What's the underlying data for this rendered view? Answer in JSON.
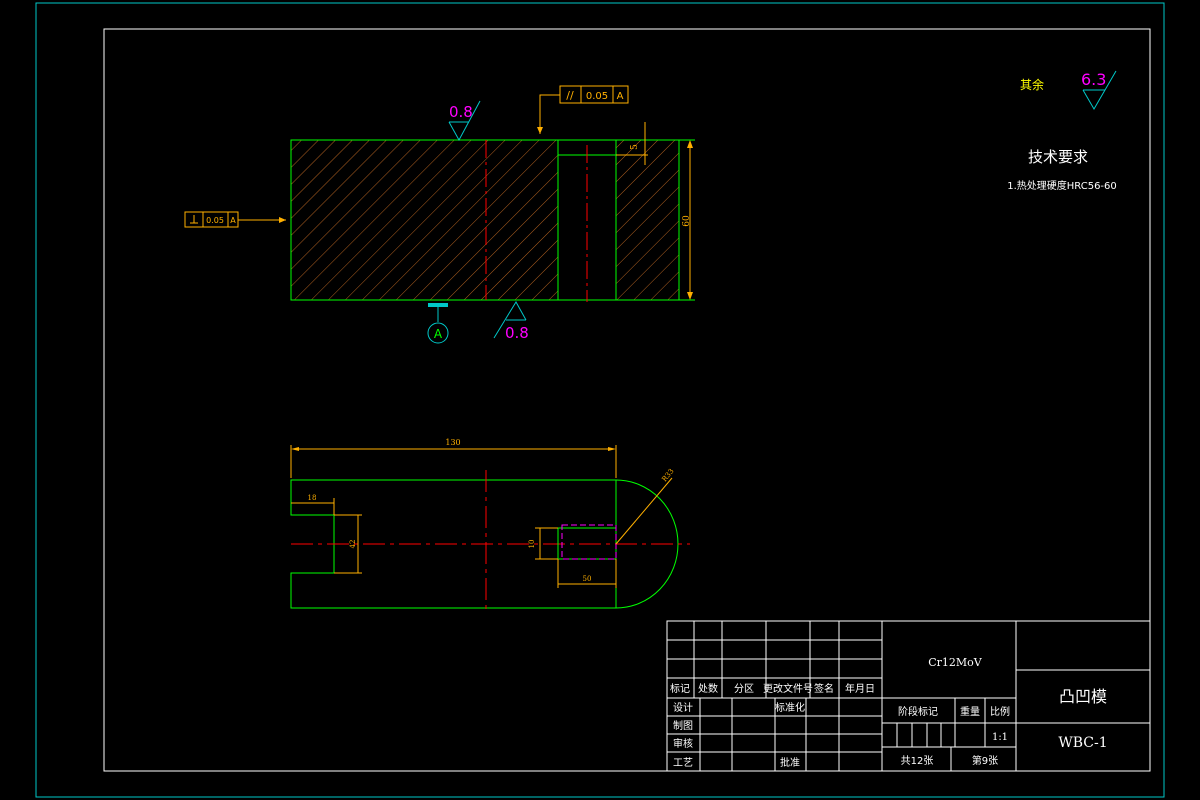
{
  "surface": {
    "other": "其余",
    "other_value": "6.3",
    "top": "0.8",
    "bottom": "0.8"
  },
  "tolerance": {
    "parallel": {
      "value": "0.05",
      "datum": "A"
    },
    "perpendicular": {
      "value": "0.05",
      "datum": "A"
    },
    "datum_label": "A"
  },
  "dims": {
    "height": "60",
    "slot": "5",
    "length": "130",
    "radius": "R33",
    "notch_w": "18",
    "notch_h": "42",
    "pocket_h": "10",
    "pocket_w": "50"
  },
  "tech": {
    "title": "技术要求",
    "note": "1.热处理硬度HRC56-60"
  },
  "titleblock": {
    "material": "Cr12MoV",
    "part_name": "凸凹模",
    "drawing_no": "WBC-1",
    "header": [
      "标记",
      "处数",
      "分区",
      "更改文件号",
      "签名",
      "年月日"
    ],
    "design": "设计",
    "standard": "标准化",
    "drawing": "制图",
    "review": "审核",
    "process": "工艺",
    "approve": "批准",
    "stage_mark": "阶段标记",
    "weight": "重量",
    "scale_label": "比例",
    "scale": "1:1",
    "total": "共12张",
    "sheet": "第9张"
  },
  "colors": {
    "green": "#00ff00",
    "red": "#ff0000",
    "orange": "#ffb000",
    "magenta": "#ff00ff",
    "cyan": "#00ffff",
    "white": "#ffffff",
    "yellow": "#ffff00"
  }
}
